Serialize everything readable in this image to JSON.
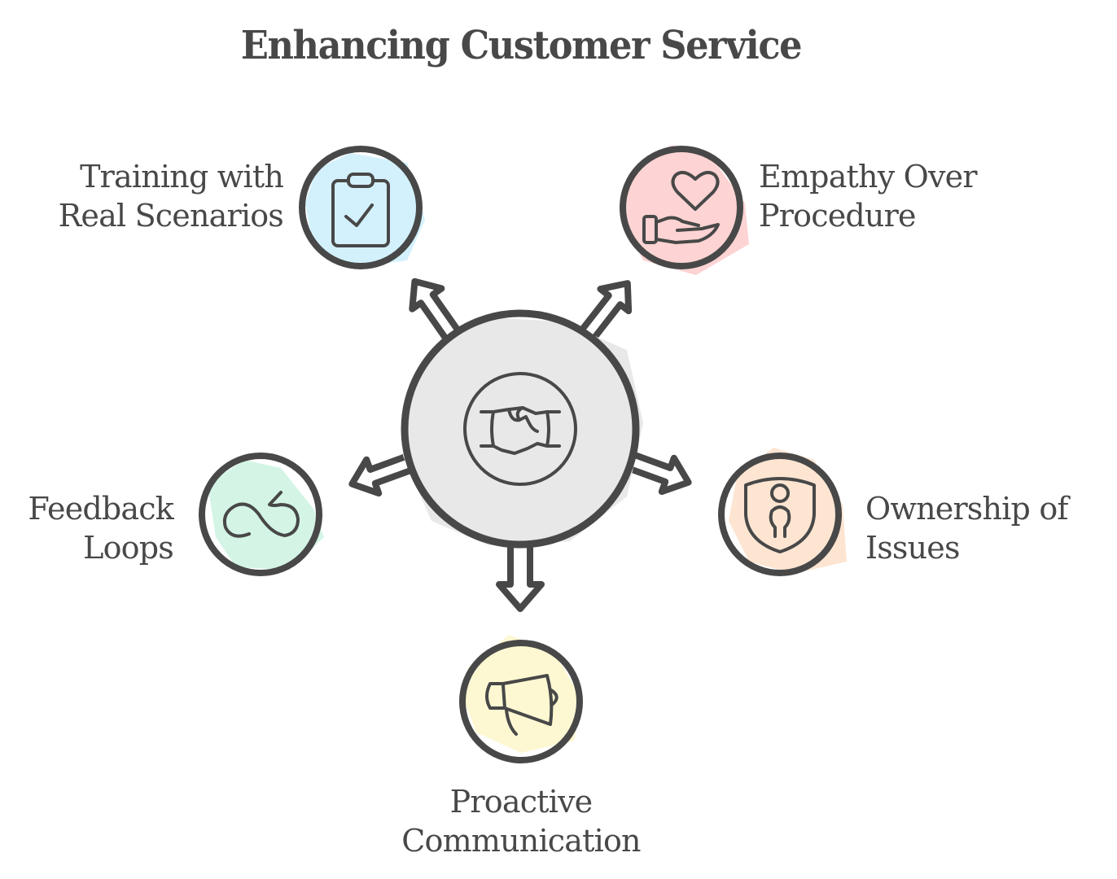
{
  "title": "Enhancing Customer Service",
  "center": {
    "icon": "handshake-icon",
    "fill_color": "#e8e8e8"
  },
  "stroke_color": "#484848",
  "nodes": [
    {
      "id": "training",
      "label_lines": [
        "Training with",
        "Real Scenarios"
      ],
      "icon": "clipboard-check-icon",
      "fill_color": "#d3f1fd"
    },
    {
      "id": "empathy",
      "label_lines": [
        "Empathy Over",
        "Procedure"
      ],
      "icon": "hand-heart-icon",
      "fill_color": "#fdd3d3"
    },
    {
      "id": "feedback",
      "label_lines": [
        "Feedback",
        "Loops"
      ],
      "icon": "loop-icon",
      "fill_color": "#d4f5e6"
    },
    {
      "id": "ownership",
      "label_lines": [
        "Ownership of",
        "Issues"
      ],
      "icon": "shield-person-icon",
      "fill_color": "#fde5d2"
    },
    {
      "id": "proactive",
      "label_lines": [
        "Proactive",
        "Communication"
      ],
      "icon": "megaphone-icon",
      "fill_color": "#fdf8d2"
    }
  ]
}
